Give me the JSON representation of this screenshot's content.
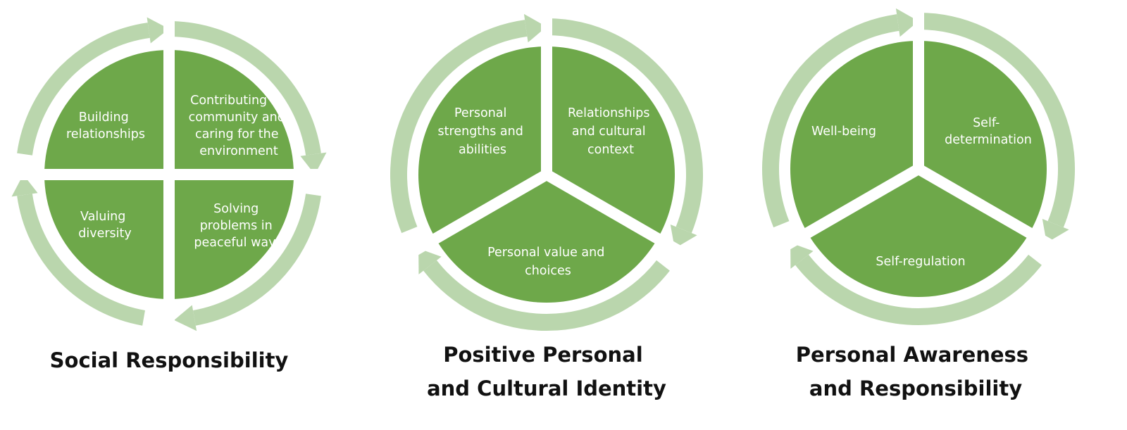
{
  "colors": {
    "segment": "#6ea84a",
    "ring": "#bad6ad",
    "label": "#ffffff",
    "title": "#111111"
  },
  "cycles": [
    {
      "title_lines": [
        "Social Responsibility"
      ],
      "segments": [
        {
          "label_lines": [
            "Building",
            "relationships"
          ]
        },
        {
          "label_lines": [
            "Contributing to",
            "community and",
            "caring for the",
            "environment"
          ]
        },
        {
          "label_lines": [
            "Solving",
            "problems in",
            "peaceful ways"
          ]
        },
        {
          "label_lines": [
            "Valuing",
            "diversity"
          ]
        }
      ]
    },
    {
      "title_lines": [
        "Positive Personal",
        "and Cultural Identity"
      ],
      "segments": [
        {
          "label_lines": [
            "Personal",
            "strengths and",
            "abilities"
          ]
        },
        {
          "label_lines": [
            "Relationships",
            "and cultural",
            "context"
          ]
        },
        {
          "label_lines": [
            "Personal value and",
            "choices"
          ]
        }
      ]
    },
    {
      "title_lines": [
        "Personal Awareness",
        "and Responsibility"
      ],
      "segments": [
        {
          "label_lines": [
            "Well-being"
          ]
        },
        {
          "label_lines": [
            "Self-",
            "determination"
          ]
        },
        {
          "label_lines": [
            "Self-regulation"
          ]
        }
      ]
    }
  ]
}
